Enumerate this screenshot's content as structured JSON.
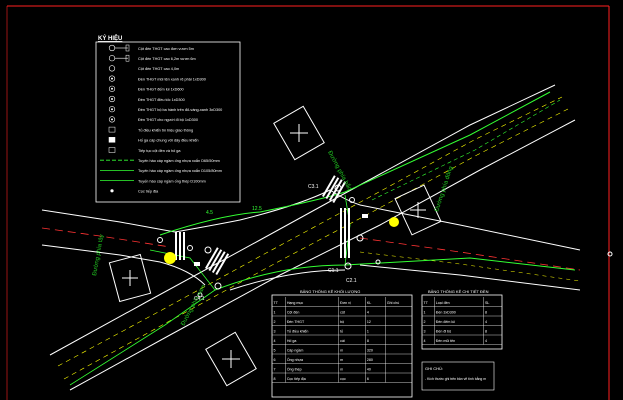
{
  "legend": {
    "title": "KÝ HIỆU",
    "items": [
      {
        "label": "Cột đèn THGT cao đơn vươn 5m",
        "symbol": "pole-single-icon"
      },
      {
        "label": "Cột đèn THGT cao 6,2m vươn 6m",
        "symbol": "pole-double-icon"
      },
      {
        "label": "Cột đèn THGT cao 4,0m",
        "symbol": "pole-short-icon"
      },
      {
        "label": "Đèn THGT mũi tên xanh rẽ phải 1xD300",
        "symbol": "arrow-lamp-icon"
      },
      {
        "label": "Đèn THGT đếm lùi 1xD600",
        "symbol": "countdown-lamp-icon"
      },
      {
        "label": "Đèn THGT điều tốc 1xD300",
        "symbol": "speed-lamp-icon"
      },
      {
        "label": "Đèn THGT bộ ba hành trên đỏ-vàng-xanh 3xD300",
        "symbol": "three-lamp-icon"
      },
      {
        "label": "Đèn THGT cho người đi bộ 1xD300",
        "symbol": "pedestrian-lamp-icon"
      },
      {
        "label": "Tủ điều khiển tín hiệu giao thông",
        "symbol": "controller-cabinet-icon"
      },
      {
        "label": "Hố ga cáp chung với dây điều khiển",
        "symbol": "manhole-icon"
      },
      {
        "label": "Tiếp tục cột đèn và hố ga",
        "symbol": "continuation-icon"
      },
      {
        "label": "Tuyến hào cáp ngầm ống nhựa xoắn D65/50mm",
        "symbol": "cable-dashed-line-icon"
      },
      {
        "label": "Tuyến hào cáp ngầm ống nhựa xoắn D105/80mm",
        "symbol": "cable-solid-line-icon"
      },
      {
        "label": "Tuyến hào cáp ngầm ống thép D100mm",
        "symbol": "steel-pipe-line-icon"
      },
      {
        "label": "Cọc tiếp địa",
        "symbol": "ground-rod-icon"
      }
    ]
  },
  "road_labels": {
    "north_east": "Đường phía bắc",
    "east": "Đường phía đông",
    "west": "Đường phía tây",
    "south_west": "Đường phía nam",
    "junction_a": "C3.1",
    "junction_b": "C1.1",
    "junction_c": "C2.1",
    "junction_d": "C4.1",
    "dim_1": "12.5",
    "dim_2": "4.5"
  },
  "table_left": {
    "title": "BẢNG THỐNG KÊ KHỐI LƯỢNG",
    "header": [
      "TT",
      "Hạng mục",
      "Đơn vị",
      "KL",
      "Ghi chú"
    ],
    "rows": [
      [
        "1",
        "Cột đèn",
        "cột",
        "4",
        ""
      ],
      [
        "2",
        "Đèn THGT",
        "bộ",
        "12",
        ""
      ],
      [
        "3",
        "Tủ điều khiển",
        "tủ",
        "1",
        ""
      ],
      [
        "4",
        "Hố ga",
        "cái",
        "8",
        ""
      ],
      [
        "5",
        "Cáp ngầm",
        "m",
        "320",
        ""
      ],
      [
        "6",
        "Ống nhựa",
        "m",
        "280",
        ""
      ],
      [
        "7",
        "Ống thép",
        "m",
        "40",
        ""
      ],
      [
        "8",
        "Cọc tiếp địa",
        "cọc",
        "6",
        ""
      ]
    ]
  },
  "table_right": {
    "title": "BẢNG THỐNG KÊ CHI TIẾT ĐÈN",
    "header": [
      "TT",
      "Loại đèn",
      "SL"
    ],
    "rows": [
      [
        "1",
        "Đèn 3xD300",
        "8"
      ],
      [
        "2",
        "Đèn đếm lùi",
        "4"
      ],
      [
        "3",
        "Đèn đi bộ",
        "8"
      ],
      [
        "4",
        "Đèn mũi tên",
        "4"
      ]
    ]
  },
  "title_block": {
    "line1": "GHI CHÚ:",
    "line2": "- Kích thước ghi trên bản vẽ tính bằng m"
  },
  "colors": {
    "background": "#000000",
    "road": "#ffffff",
    "center_line": "#ff3333",
    "cable": "#33ff33",
    "accent_yellow": "#ffff00",
    "frame": "#ff0000",
    "text_green": "#22cc22"
  }
}
